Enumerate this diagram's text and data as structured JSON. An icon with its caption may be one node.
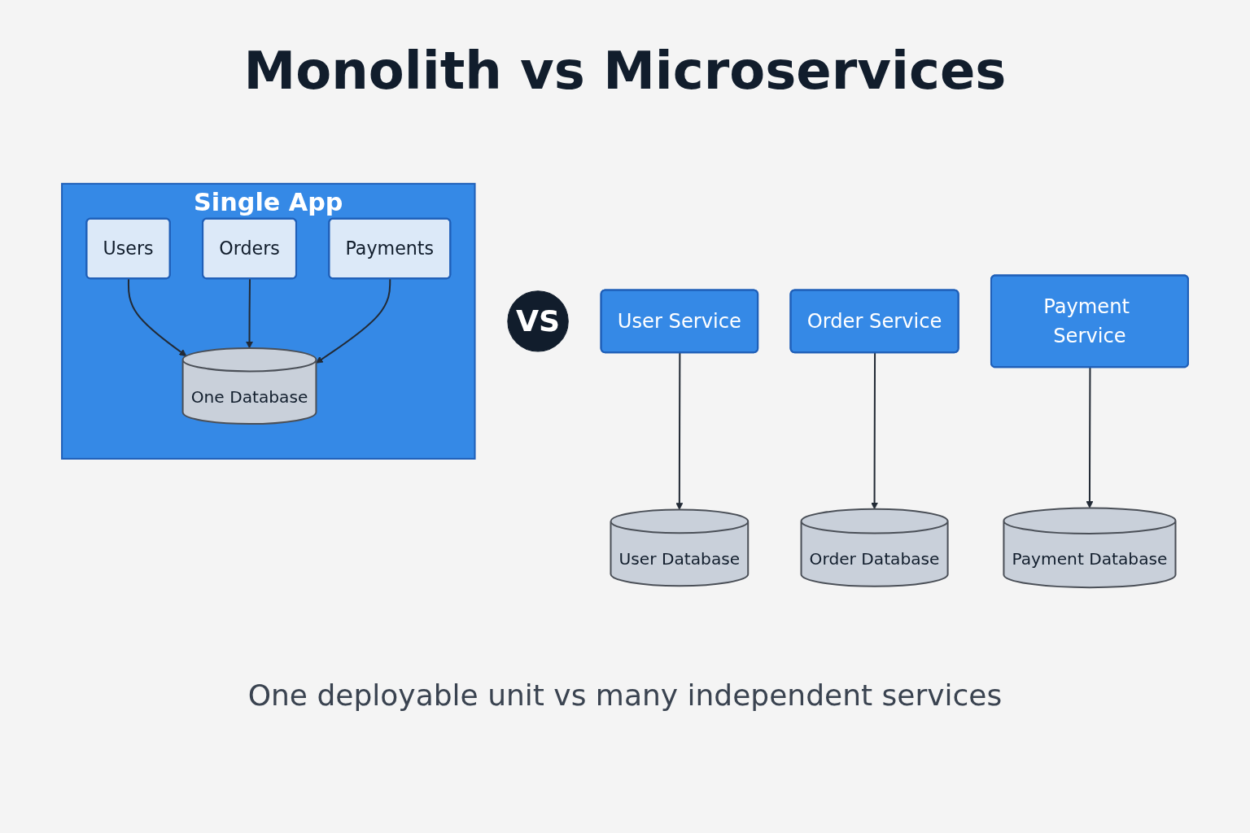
{
  "diagram": {
    "title": "Monolith vs Microservices",
    "caption": "One deployable unit vs many independent services",
    "nodes": [
      {
        "text": [
          "Single App"
        ]
      },
      {
        "text": [
          "Users"
        ],
        "in": 0
      },
      {
        "text": [
          "Orders"
        ],
        "in": 0
      },
      {
        "text": [
          "Payments"
        ],
        "in": 0
      },
      {
        "text": [
          "One Database"
        ],
        "in": 0
      },
      {
        "text": [
          "VS"
        ]
      },
      {
        "text": [
          "User Service"
        ]
      },
      {
        "text": [
          "Order Service"
        ]
      },
      {
        "text": [
          "Payment Service"
        ]
      },
      {
        "text": [
          "User Database"
        ]
      },
      {
        "text": [
          "Order Database"
        ]
      },
      {
        "text": [
          "Payment Database"
        ]
      }
    ],
    "edges": [
      {
        "from": 1,
        "to": 4,
        "arrow": "to"
      },
      {
        "from": 2,
        "to": 4,
        "arrow": "to"
      },
      {
        "from": 3,
        "to": 4,
        "arrow": "to"
      },
      {
        "from": 6,
        "to": 9,
        "arrow": "to"
      },
      {
        "from": 7,
        "to": 10,
        "arrow": "to"
      },
      {
        "from": 8,
        "to": 11,
        "arrow": "to"
      }
    ]
  }
}
